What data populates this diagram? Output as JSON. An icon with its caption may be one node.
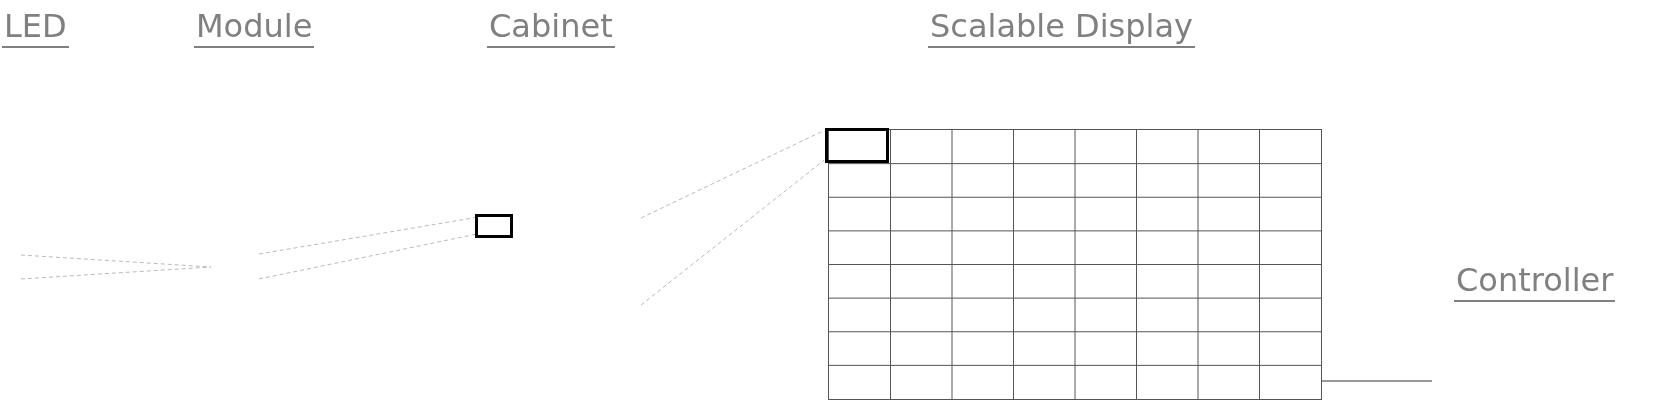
{
  "diagram": {
    "nodes": [
      {
        "text": [],
        "shape": "box"
      },
      {
        "text": [],
        "shape": "box"
      },
      {
        "text": [],
        "shape": "box",
        "in": 1
      }
    ],
    "edges": [
      {
        "from": null,
        "to": 0,
        "arrow": "none",
        "style": "dashed"
      },
      {
        "from": null,
        "to": 0,
        "arrow": "none",
        "style": "dashed"
      },
      {
        "from": null,
        "to": 2,
        "arrow": "none",
        "style": "dashed"
      },
      {
        "from": null,
        "to": 2,
        "arrow": "none",
        "style": "dashed"
      },
      {
        "from": 1,
        "to": null,
        "arrow": "none"
      }
    ],
    "labels": [
      "LED",
      "Module",
      "Cabinet",
      "Scalable Display",
      "Controller"
    ]
  }
}
